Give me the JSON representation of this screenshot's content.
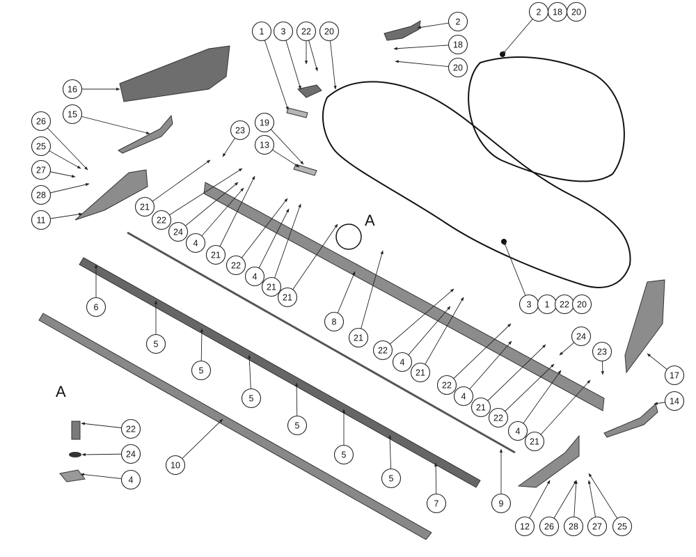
{
  "detail_label": "A",
  "detail_label_inset": "A",
  "callouts": [
    {
      "id": "c1",
      "label": "1"
    },
    {
      "id": "c3a",
      "label": "3"
    },
    {
      "id": "c22a",
      "label": "22"
    },
    {
      "id": "c20a",
      "label": "20"
    },
    {
      "id": "c2a",
      "label": "2"
    },
    {
      "id": "c18a",
      "label": "18"
    },
    {
      "id": "c20b",
      "label": "20"
    },
    {
      "id": "c2b",
      "label": "2"
    },
    {
      "id": "c18b",
      "label": "18"
    },
    {
      "id": "c20c",
      "label": "20"
    },
    {
      "id": "c16",
      "label": "16"
    },
    {
      "id": "c15",
      "label": "15"
    },
    {
      "id": "c26a",
      "label": "26"
    },
    {
      "id": "c25a",
      "label": "25"
    },
    {
      "id": "c27a",
      "label": "27"
    },
    {
      "id": "c28a",
      "label": "28"
    },
    {
      "id": "c11",
      "label": "11"
    },
    {
      "id": "c23a",
      "label": "23"
    },
    {
      "id": "c19",
      "label": "19"
    },
    {
      "id": "c13",
      "label": "13"
    },
    {
      "id": "c21a",
      "label": "21"
    },
    {
      "id": "c22b",
      "label": "22"
    },
    {
      "id": "c24a",
      "label": "24"
    },
    {
      "id": "c4a",
      "label": "4"
    },
    {
      "id": "c21b",
      "label": "21"
    },
    {
      "id": "c22c",
      "label": "22"
    },
    {
      "id": "c4b",
      "label": "4"
    },
    {
      "id": "c21c",
      "label": "21"
    },
    {
      "id": "c21d",
      "label": "21"
    },
    {
      "id": "c8",
      "label": "8"
    },
    {
      "id": "c21e",
      "label": "21"
    },
    {
      "id": "c22d",
      "label": "22"
    },
    {
      "id": "c4c",
      "label": "4"
    },
    {
      "id": "c21f",
      "label": "21"
    },
    {
      "id": "c3b",
      "label": "3"
    },
    {
      "id": "c1b",
      "label": "1"
    },
    {
      "id": "c22e",
      "label": "22"
    },
    {
      "id": "c20d",
      "label": "20"
    },
    {
      "id": "c24b",
      "label": "24"
    },
    {
      "id": "c23b",
      "label": "23"
    },
    {
      "id": "c22f",
      "label": "22"
    },
    {
      "id": "c4d",
      "label": "4"
    },
    {
      "id": "c21g",
      "label": "21"
    },
    {
      "id": "c22g",
      "label": "22"
    },
    {
      "id": "c4e",
      "label": "4"
    },
    {
      "id": "c21h",
      "label": "21"
    },
    {
      "id": "c17",
      "label": "17"
    },
    {
      "id": "c14",
      "label": "14"
    },
    {
      "id": "c6",
      "label": "6"
    },
    {
      "id": "c5a",
      "label": "5"
    },
    {
      "id": "c5b",
      "label": "5"
    },
    {
      "id": "c5c",
      "label": "5"
    },
    {
      "id": "c5d",
      "label": "5"
    },
    {
      "id": "c5e",
      "label": "5"
    },
    {
      "id": "c5f",
      "label": "5"
    },
    {
      "id": "c7",
      "label": "7"
    },
    {
      "id": "c9",
      "label": "9"
    },
    {
      "id": "c10",
      "label": "10"
    },
    {
      "id": "c22h",
      "label": "22"
    },
    {
      "id": "c24c",
      "label": "24"
    },
    {
      "id": "c4f",
      "label": "4"
    },
    {
      "id": "c12",
      "label": "12"
    },
    {
      "id": "c26b",
      "label": "26"
    },
    {
      "id": "c28b",
      "label": "28"
    },
    {
      "id": "c27b",
      "label": "27"
    },
    {
      "id": "c25b",
      "label": "25"
    }
  ]
}
